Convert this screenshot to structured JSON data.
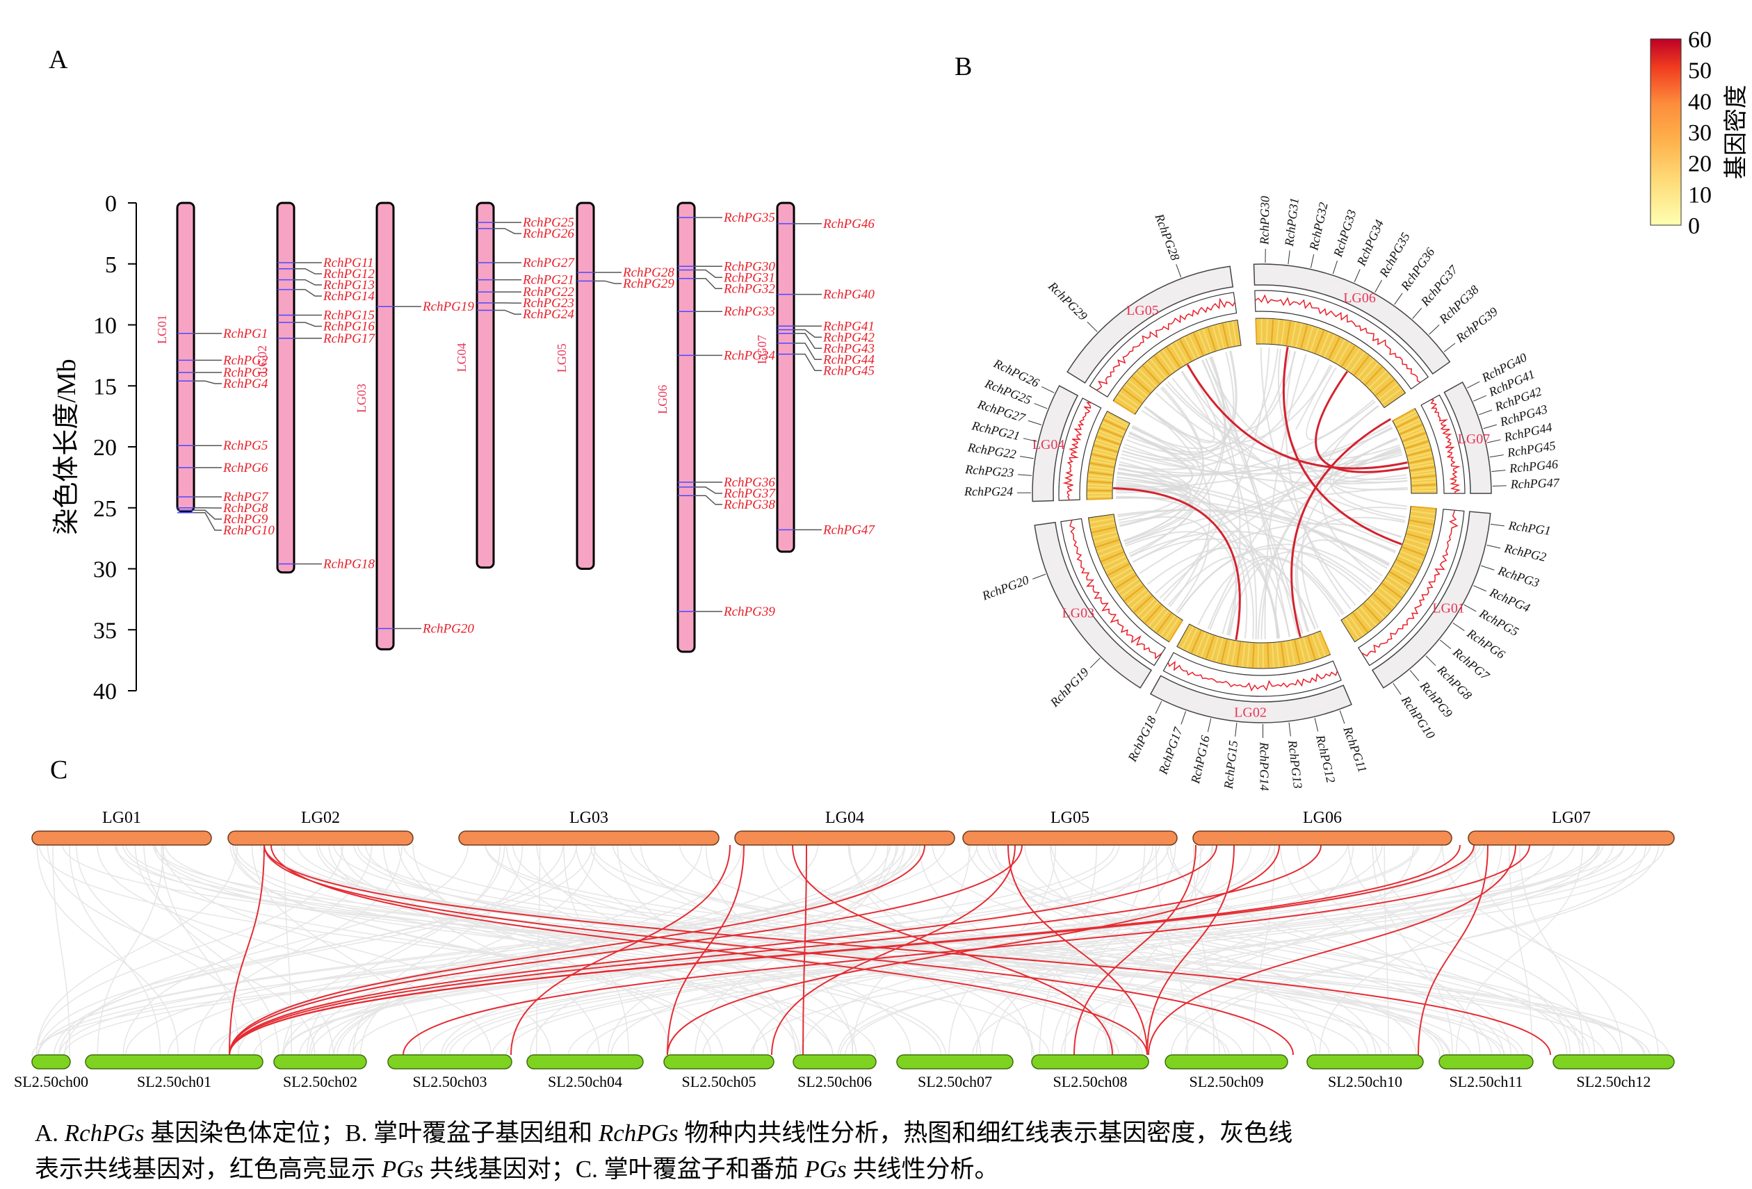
{
  "panels": {
    "a": "A",
    "b": "B",
    "c": "C"
  },
  "panelA": {
    "y_axis_label": "染色体长度/Mb",
    "y_ticks": [
      "0",
      "5",
      "10",
      "15",
      "20",
      "25",
      "30",
      "35",
      "40"
    ],
    "y_tick_values": [
      0,
      5,
      10,
      15,
      20,
      25,
      30,
      35,
      40
    ],
    "chromosomes": [
      {
        "name": "LG01",
        "length": 25.3,
        "genes": [
          {
            "id": "RchPG1",
            "pos": 10.7
          },
          {
            "id": "RchPG2",
            "pos": 12.9
          },
          {
            "id": "RchPG3",
            "pos": 13.9
          },
          {
            "id": "RchPG4",
            "pos": 14.6
          },
          {
            "id": "RchPG5",
            "pos": 19.9
          },
          {
            "id": "RchPG6",
            "pos": 21.7
          },
          {
            "id": "RchPG7",
            "pos": 24.1
          },
          {
            "id": "RchPG8",
            "pos": 25.0
          },
          {
            "id": "RchPG9",
            "pos": 25.2
          },
          {
            "id": "RchPG10",
            "pos": 25.4
          }
        ]
      },
      {
        "name": "LG02",
        "length": 30.3,
        "genes": [
          {
            "id": "RchPG11",
            "pos": 4.9
          },
          {
            "id": "RchPG12",
            "pos": 5.4
          },
          {
            "id": "RchPG13",
            "pos": 6.3
          },
          {
            "id": "RchPG14",
            "pos": 7.1
          },
          {
            "id": "RchPG15",
            "pos": 9.2
          },
          {
            "id": "RchPG16",
            "pos": 9.8
          },
          {
            "id": "RchPG17",
            "pos": 11.1
          },
          {
            "id": "RchPG18",
            "pos": 29.6
          }
        ]
      },
      {
        "name": "LG03",
        "length": 36.6,
        "genes": [
          {
            "id": "RchPG19",
            "pos": 8.5
          },
          {
            "id": "RchPG20",
            "pos": 34.9
          }
        ]
      },
      {
        "name": "LG04",
        "length": 29.9,
        "genes": [
          {
            "id": "RchPG25",
            "pos": 1.6
          },
          {
            "id": "RchPG26",
            "pos": 2.1
          },
          {
            "id": "RchPG27",
            "pos": 4.9
          },
          {
            "id": "RchPG21",
            "pos": 6.3
          },
          {
            "id": "RchPG22",
            "pos": 7.3
          },
          {
            "id": "RchPG23",
            "pos": 8.2
          },
          {
            "id": "RchPG24",
            "pos": 8.8
          }
        ]
      },
      {
        "name": "LG05",
        "length": 30.0,
        "genes": [
          {
            "id": "RchPG28",
            "pos": 5.7
          },
          {
            "id": "RchPG29",
            "pos": 6.4
          }
        ]
      },
      {
        "name": "LG06",
        "length": 36.8,
        "genes": [
          {
            "id": "RchPG35",
            "pos": 1.2
          },
          {
            "id": "RchPG30",
            "pos": 5.2
          },
          {
            "id": "RchPG31",
            "pos": 5.5
          },
          {
            "id": "RchPG32",
            "pos": 6.2
          },
          {
            "id": "RchPG33",
            "pos": 8.9
          },
          {
            "id": "RchPG34",
            "pos": 12.5
          },
          {
            "id": "RchPG36",
            "pos": 22.9
          },
          {
            "id": "RchPG37",
            "pos": 23.3
          },
          {
            "id": "RchPG38",
            "pos": 24.0
          },
          {
            "id": "RchPG39",
            "pos": 33.5
          }
        ]
      },
      {
        "name": "LG07",
        "length": 28.6,
        "genes": [
          {
            "id": "RchPG46",
            "pos": 1.7
          },
          {
            "id": "RchPG40",
            "pos": 7.5
          },
          {
            "id": "RchPG41",
            "pos": 10.1
          },
          {
            "id": "RchPG42",
            "pos": 10.4
          },
          {
            "id": "RchPG43",
            "pos": 10.7
          },
          {
            "id": "RchPG44",
            "pos": 11.5
          },
          {
            "id": "RchPG45",
            "pos": 12.4
          },
          {
            "id": "RchPG47",
            "pos": 26.8
          }
        ]
      }
    ]
  },
  "panelB": {
    "colorbar": {
      "title": "基因密度",
      "ticks": [
        "60",
        "50",
        "40",
        "30",
        "20",
        "10",
        "0"
      ],
      "min": 0,
      "max": 60,
      "colors": [
        "#ffffb2",
        "#fed976",
        "#feb24c",
        "#fd8d3c",
        "#f03b20",
        "#bd0026"
      ]
    },
    "chromosomes": [
      "LG01",
      "LG02",
      "LG03",
      "LG04",
      "LG05",
      "LG06",
      "LG07"
    ],
    "gene_labels": {
      "LG01": [
        "RchPG1",
        "RchPG2",
        "RchPG3",
        "RchPG4",
        "RchPG5",
        "RchPG6",
        "RchPG7",
        "RchPG8",
        "RchPG9",
        "RchPG10"
      ],
      "LG02": [
        "RchPG11",
        "RchPG12",
        "RchPG13",
        "RchPG14",
        "RchPG15",
        "RchPG16",
        "RchPG17",
        "RchPG18"
      ],
      "LG03": [
        "RchPG19",
        "RchPG20"
      ],
      "LG04": [
        "RchPG24",
        "RchPG23",
        "RchPG22",
        "RchPG21",
        "RchPG27",
        "RchPG25",
        "RchPG26"
      ],
      "LG05": [
        "RchPG29",
        "RchPG28"
      ],
      "LG06": [
        "RchPG30",
        "RchPG31",
        "RchPG32",
        "RchPG33",
        "RchPG34",
        "RchPG35",
        "RchPG36",
        "RchPG37",
        "RchPG38",
        "RchPG39"
      ],
      "LG07": [
        "RchPG40",
        "RchPG41",
        "RchPG42",
        "RchPG43",
        "RchPG44",
        "RchPG45",
        "RchPG46",
        "RchPG47"
      ]
    },
    "colors": {
      "ring": "#f0eeee",
      "density_line": "#e8202a",
      "link_gray": "#d9d9d9",
      "link_red": "#d4222f"
    }
  },
  "panelC": {
    "top_chromosomes": [
      "LG01",
      "LG02",
      "LG03",
      "LG04",
      "LG05",
      "LG06",
      "LG07"
    ],
    "bottom_chromosomes": [
      "SL2.50ch00",
      "SL2.50ch01",
      "SL2.50ch02",
      "SL2.50ch03",
      "SL2.50ch04",
      "SL2.50ch05",
      "SL2.50ch06",
      "SL2.50ch07",
      "SL2.50ch08",
      "SL2.50ch09",
      "SL2.50ch10",
      "SL2.50ch11",
      "SL2.50ch12"
    ],
    "colors": {
      "top": "#f58c52",
      "bottom": "#7ed321",
      "gray_link": "#e6e6e6",
      "red_link": "#e52b32"
    }
  },
  "caption": {
    "line1": [
      {
        "t": "A. ",
        "i": false
      },
      {
        "t": "RchPGs",
        "i": true
      },
      {
        "t": " 基因染色体定位；B. 掌叶覆盆子基因组和 ",
        "i": false
      },
      {
        "t": "RchPGs",
        "i": true
      },
      {
        "t": " 物种内共线性分析，热图和细红线表示基因密度，灰色线",
        "i": false
      }
    ],
    "line2": [
      {
        "t": "表示共线基因对，红色高亮显示 ",
        "i": false
      },
      {
        "t": "PGs",
        "i": true
      },
      {
        "t": " 共线基因对；C. 掌叶覆盆子和番茄 ",
        "i": false
      },
      {
        "t": "PGs",
        "i": true
      },
      {
        "t": " 共线性分析。",
        "i": false
      }
    ]
  }
}
